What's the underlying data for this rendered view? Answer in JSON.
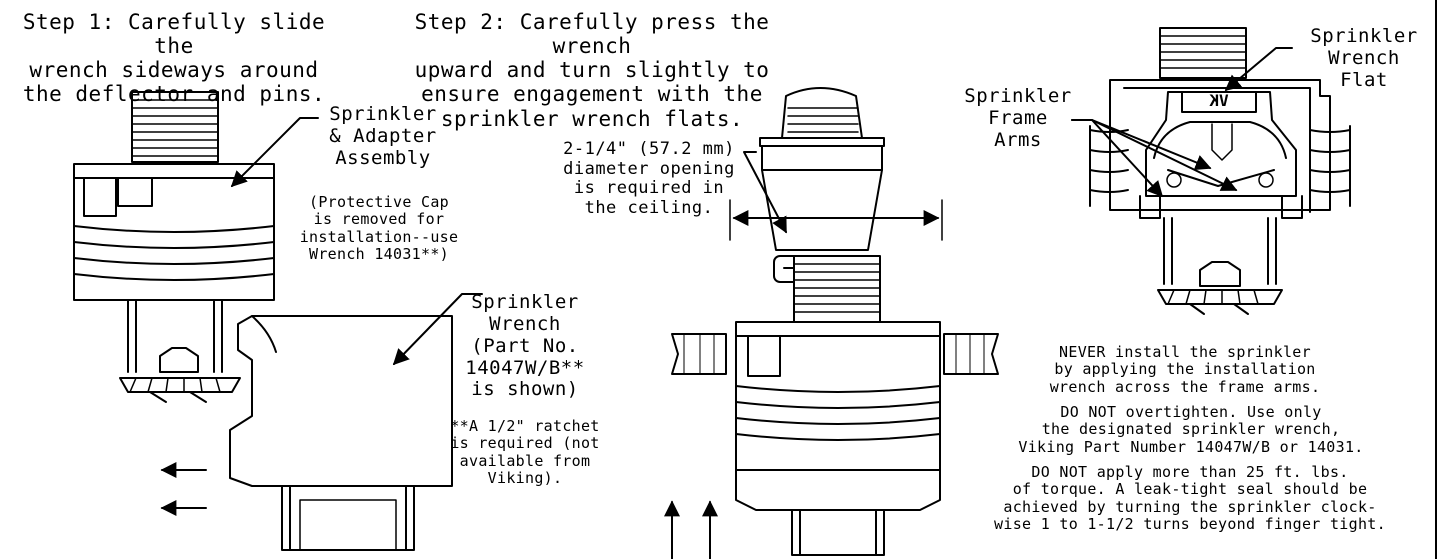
{
  "steps": {
    "step1": "Step 1: Carefully slide the\nwrench sideways around\nthe deflector and pins.",
    "step2": "Step 2: Carefully press the wrench\nupward and turn slightly to\nensure engagement with the\nsprinkler wrench flats."
  },
  "labels": {
    "adapter_assembly": "Sprinkler\n& Adapter\nAssembly",
    "protective_cap": "(Protective Cap\nis removed for\ninstallation--use\nWrench 14031**)",
    "sprinkler_wrench": "Sprinkler\nWrench\n(Part No.\n14047W/B**\nis shown)",
    "ratchet_note": "**A 1/2\" ratchet\nis required (not\navailable from Viking).",
    "ceiling_opening": "2-1/4\" (57.2 mm)\ndiameter opening\nis required in\nthe ceiling.",
    "frame_arms": "Sprinkler\nFrame\nArms",
    "wrench_flat": "Sprinkler\nWrench\nFlat",
    "logo": "VK"
  },
  "warnings": {
    "never": "NEVER install the sprinkler\nby applying the installation\nwrench across the frame arms.",
    "overtighten": "DO NOT overtighten. Use only\nthe designated sprinkler wrench,\nViking Part Number 14047W/B or 14031.",
    "torque": "DO NOT apply more than 25 ft. lbs.\nof torque. A leak-tight seal should be\nachieved by turning the sprinkler clock-\nwise 1 to 1-1/2 turns beyond finger tight."
  }
}
